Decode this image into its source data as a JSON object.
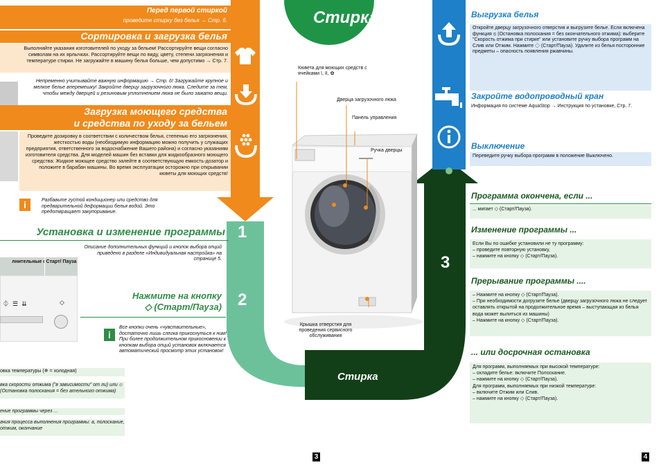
{
  "center": {
    "title": "Стирка",
    "bottom_label": "Стирка",
    "numbers": [
      "1",
      "2",
      "3"
    ],
    "callouts": {
      "detergent": "Кювета для моющих средств с ячейками I, II, ✿",
      "door": "Дверца загрузочного люка",
      "panel": "Панель управления",
      "handle": "Ручка дверцы",
      "hatch": "Крышка отверстия для проведения сервисного обслуживания"
    }
  },
  "left": {
    "first_wash_title": "Перед первой стиркой",
    "first_wash_text": "проведите стирку без белья → Стр. 6.",
    "sort_title": "Сортировка и загрузка белья",
    "sort_text": "Выполняйте указания изготовителей по уходу за бельем! Рассортируйте вещи согласно символам на их ярлычках. Рассортируйте вещи по виду, цвету, степени загрязнения и температуре стирки. Не загружайте в машину белья больше, чем допустимо → Стр. 7.",
    "safety_text": "Непременно учитывайте важную информацию → Стр. 6! Загружайте крупное и мелкое белье вперемешку! Закройте дверцу загрузочного люка. Следите за тем, чтобы между дверцей и резиновым уплотнением люка не было зажато вещи.",
    "detergent_title_1": "Загрузка моющего средства",
    "detergent_title_2": "и средства по уходу за бельем",
    "detergent_text": "Проведите дозировку в соответствии с количеством белья, степенью его загрязнения, жесткостью воды (необходимую информацию можно получить у служащих предприятия, ответственного за водоснабжение Вашего района) и согласно указаниям изготовителя средства. Для моделей машин без вставки для жидкообразного моющего средства: Жидкое моющее средство залейте в соответствующую емкость-дозатор и положите в барабан машины. Во время эксплуатации осторожно при открывании кюветы для моющих средств!",
    "info_note": "Разбавьте густой кондиционер или средство для предварительной деформации белья водой. Это предотвращает закупоривание.",
    "program_title": "Установка и изменение программы",
    "program_text": "Описание дополнительных функций и кнопок выбора опций приведено в разделе «Индивидуальная настройка» на странице 5.",
    "panel_headers": [
      "лнительные функции",
      "Старт/ Пауза"
    ],
    "press_title_1": "Нажмите на кнопку",
    "press_title_2": "◇ (Старт/Пауза)",
    "press_note": "Все кнопки очень «чувствительные», достаточно лишь слегка прикоснуться к ним! При более продолжительном прикосновении к кнопкам выбора опций установок включается автоматический просмотр этих установок!",
    "bottom_lines": [
      "овка температуры (❄ = холодная)",
      "вка скорости отжима (\"в зависимости\" от ли) или ⦸ (Остановка полоскания = без ательного отжима)",
      "ение программы через ...",
      "ачия процесса выполнения программы: а, полоскание, отжим, окончание"
    ]
  },
  "right": {
    "unload_title": "Выгрузка белья",
    "unload_text": "Откройте дверцу загрузочного отверстия и выгрузите белье. Если включена функция ⦸ (Остановка полоскания = без окончательного отжима): выберите \"Скорость отжима при стирке\" или установите ручку выбора программ на Слив или Отжим. Нажмите ◇ (Старт/Пауза). Удалите из белья посторонние предметы – опасность появления ржавчины.",
    "tap_title": "Закройте водопроводный кран",
    "tap_text": "Информация по системе AquaStop → Инструкция по установке, Стр. 7.",
    "off_title": "Выключение",
    "off_text": "Переведите ручку выбора программ в положение Выключено.",
    "finished_title": "Программа окончена, если ...",
    "finished_text": "... мигает ◇ (Старт/Пауза).",
    "change_title": "Изменение программы ...",
    "change_lines": [
      "Если Вы по ошибке установили не ту программу:",
      "– проведите повторную установку,",
      "– нажмите на кнопку ◇ (Старт/Пауза)."
    ],
    "interrupt_title": "Прерывание программы ....",
    "interrupt_lines": [
      "– Нажмите на кнопку ◇ (Старт/Пауза).",
      "– При необходимости догрузите белье (дверцу загрузочного люка не следует оставлять открытой на продолжительное время – выступающая из белья вода может вылиться из машины)",
      "– Нажмите на кнопку ◇ (Старт/Пауза)."
    ],
    "early_title": "... или досрочная остановка",
    "early_lines": [
      "Для программ, выполняемых при высокой температуре:",
      "– охладите белье: включите Полоскание.",
      "– нажмите на кнопку ◇ (Старт/Пауза).",
      "Для программ, выполняемых при низкой температуре:",
      "– включите Отжим или Слив.",
      "– нажмите на кнопку ◇ (Старт/Пауза)."
    ]
  },
  "page_numbers": [
    "3",
    "4"
  ],
  "colors": {
    "orange": "#f08a1c",
    "green_light": "#6cc19b",
    "green_mid": "#2f8c45",
    "green_dark": "#123f18",
    "blue": "#1e80c8"
  }
}
